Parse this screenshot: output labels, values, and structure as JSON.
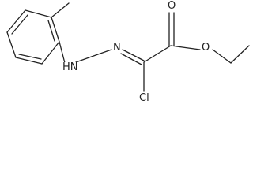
{
  "molecule": {
    "atoms": {
      "n1": "N",
      "hn": "HN",
      "o1": "O",
      "o2": "O",
      "cl": "Cl"
    }
  },
  "colors": {
    "bond": "#222222",
    "background": "#ffffff"
  }
}
